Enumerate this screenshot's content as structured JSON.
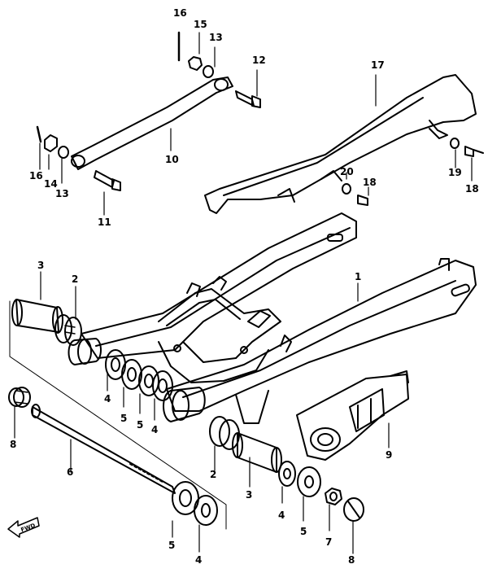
{
  "callouts": {
    "p1": "1",
    "p2a": "2",
    "p2b": "2",
    "p3a": "3",
    "p3b": "3",
    "p4a": "4",
    "p4b": "4",
    "p4c": "4",
    "p4d": "4",
    "p5a": "5",
    "p5b": "5",
    "p5c": "5",
    "p5d": "5",
    "p6": "6",
    "p7": "7",
    "p8a": "8",
    "p8b": "8",
    "p9": "9",
    "p10": "10",
    "p11": "11",
    "p12": "12",
    "p13a": "13",
    "p13b": "13",
    "p14": "14",
    "p15": "15",
    "p16a": "16",
    "p16b": "16",
    "p17": "17",
    "p18a": "18",
    "p18b": "18",
    "p19": "19",
    "p20": "20"
  },
  "fwd_label": "FWD"
}
